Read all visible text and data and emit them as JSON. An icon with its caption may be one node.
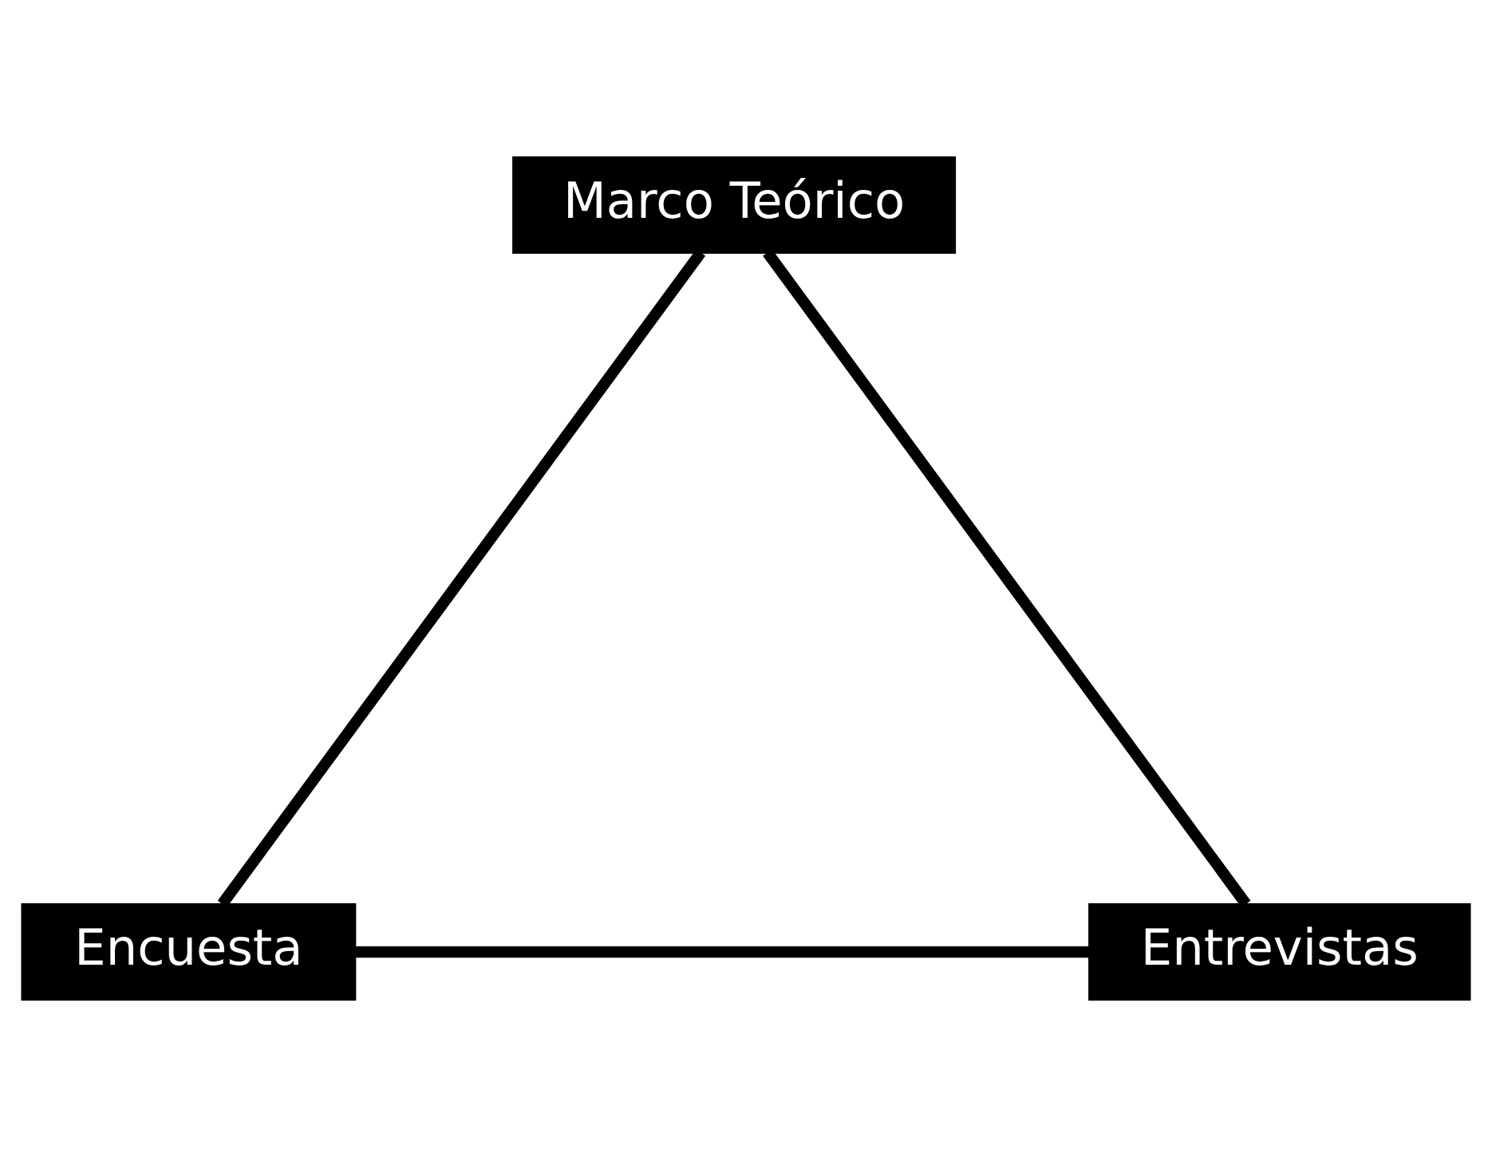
{
  "diagram": {
    "nodes": [
      {
        "text": [
          "Marco Teórico"
        ]
      },
      {
        "text": [
          "Encuesta"
        ]
      },
      {
        "text": [
          "Entrevistas"
        ]
      }
    ],
    "edges": [
      {
        "from": 0,
        "to": 1,
        "arrow": "none"
      },
      {
        "from": 1,
        "to": 2,
        "arrow": "none"
      },
      {
        "from": 0,
        "to": 2,
        "arrow": "none"
      }
    ]
  }
}
